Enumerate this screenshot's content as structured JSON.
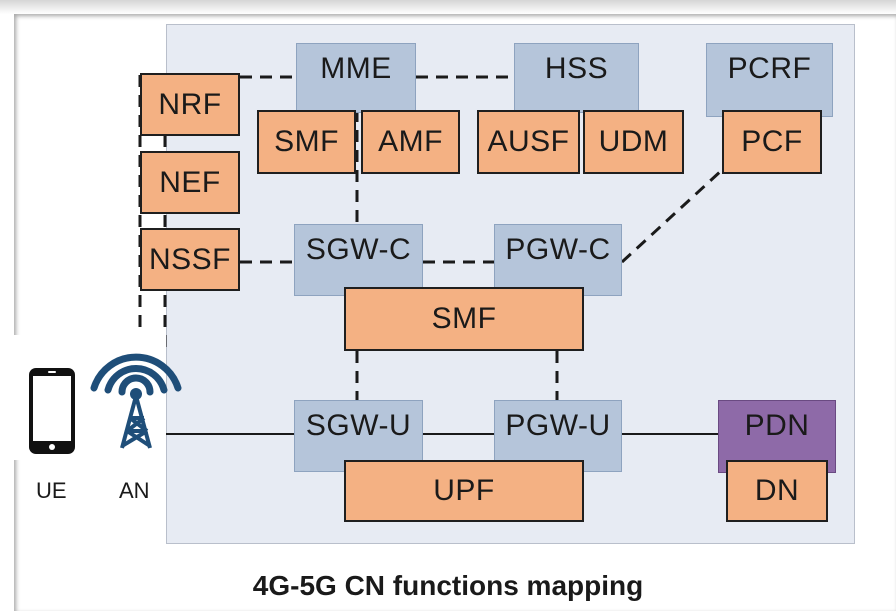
{
  "caption": "4G-5G CN functions mapping",
  "devices": {
    "ue_label": "UE",
    "an_label": "AN"
  },
  "lte_functions": {
    "mme": "MME",
    "hss": "HSS",
    "pcrf": "PCRF",
    "sgw_c": "SGW-C",
    "pgw_c": "PGW-C",
    "sgw_u": "SGW-U",
    "pgw_u": "PGW-U",
    "pdn": "PDN"
  },
  "nr_functions": {
    "nrf": "NRF",
    "nef": "NEF",
    "nssf": "NSSF",
    "smf_top": "SMF",
    "amf": "AMF",
    "ausf": "AUSF",
    "udm": "UDM",
    "pcf": "PCF",
    "smf_mid": "SMF",
    "upf": "UPF",
    "dn": "DN"
  },
  "colors": {
    "lte_box": "#b5c5da",
    "nr_box": "#f4b183",
    "pdn_box": "#8e6aa8",
    "cn_background": "#e7ebf3",
    "antenna": "#1f4e79"
  }
}
